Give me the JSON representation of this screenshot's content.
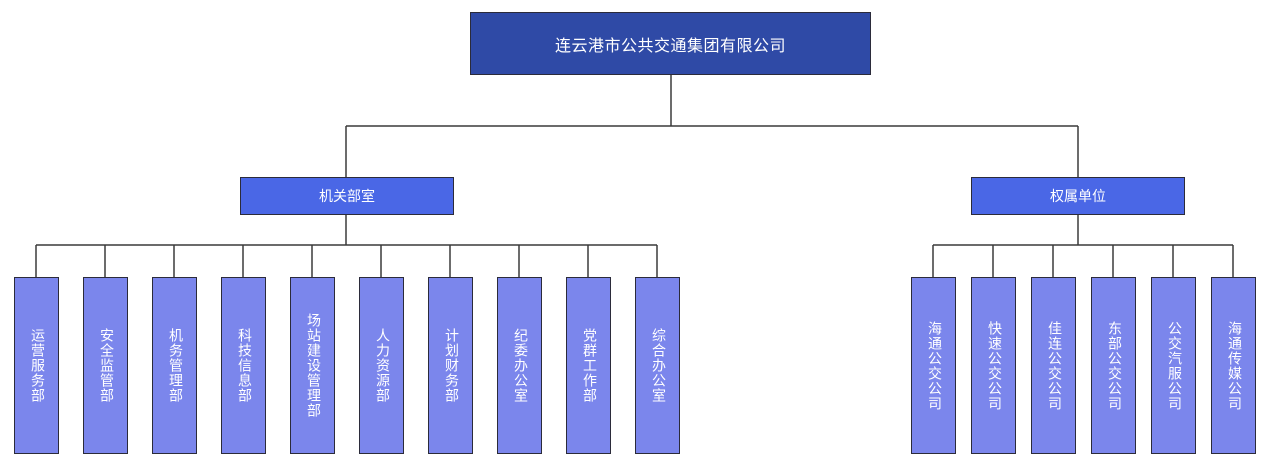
{
  "org": {
    "root": "连云港市公共交通集团有限公司",
    "branches": [
      {
        "label": "机关部室",
        "children": [
          "运营服务部",
          "安全监管部",
          "机务管理部",
          "科技信息部",
          "场站建设管理部",
          "人力资源部",
          "计划财务部",
          "纪委办公室",
          "党群工作部",
          "综合办公室"
        ]
      },
      {
        "label": "权属单位",
        "children": [
          "海通公交公司",
          "快速公交公司",
          "佳连公交公司",
          "东部公交公司",
          "公交汽服公司",
          "海通传媒公司"
        ]
      }
    ]
  },
  "colors": {
    "root": "#2f4aa6",
    "branch": "#4a67e6",
    "leaf": "#7b86ec",
    "line": "#3a3a3a"
  }
}
